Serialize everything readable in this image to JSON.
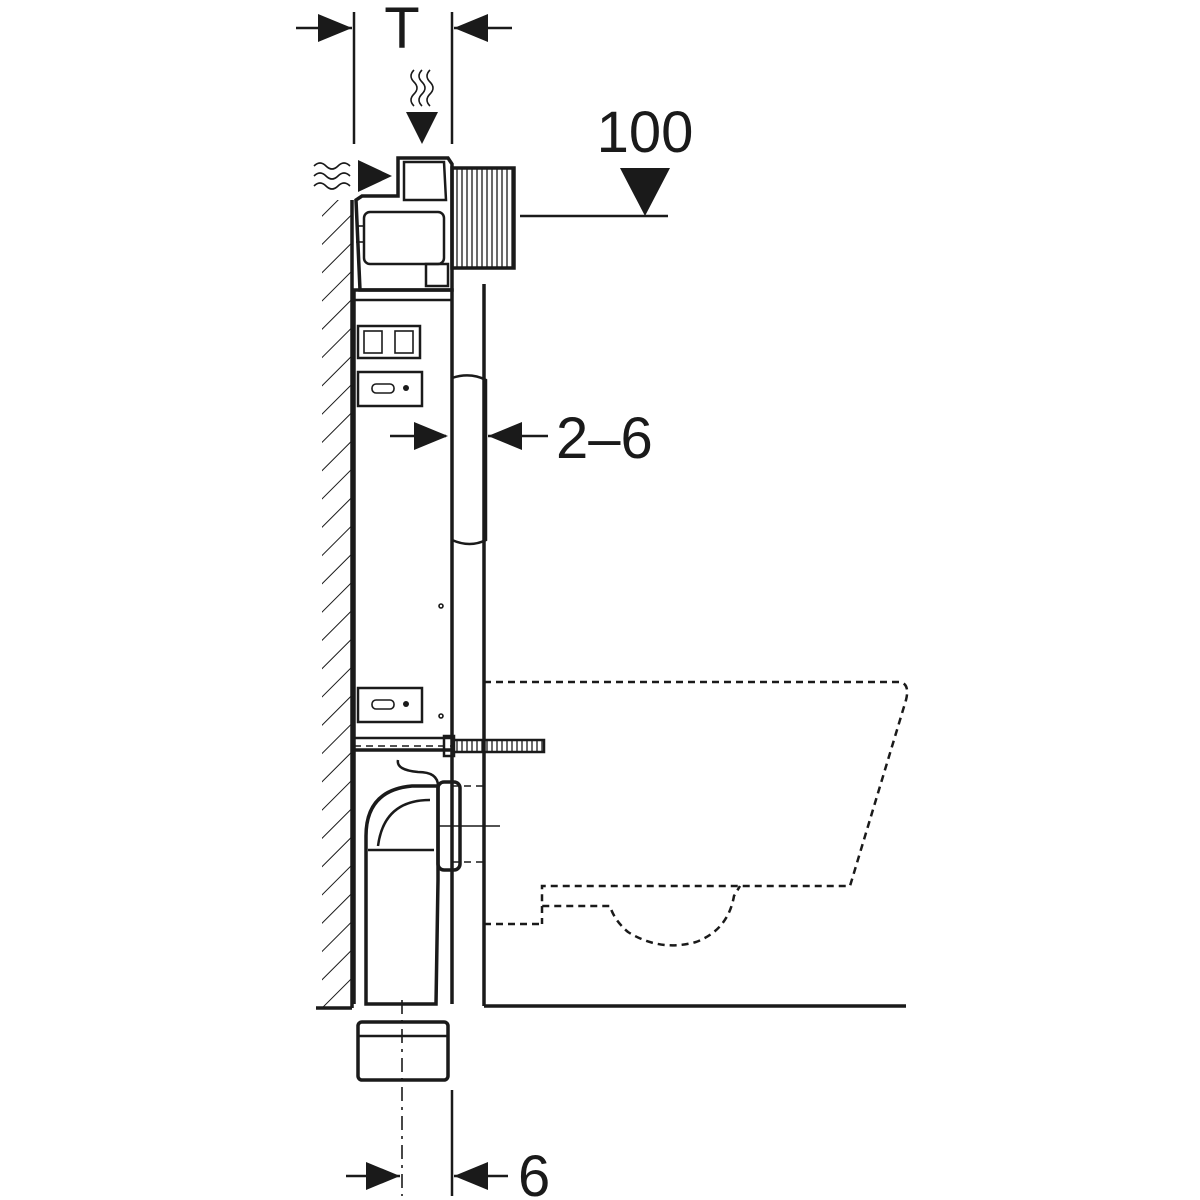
{
  "diagram": {
    "labels": {
      "thickness_T": "T",
      "height_100": "100",
      "gap_range": "2–6",
      "offset_6": "6"
    },
    "icons": [
      "heat-wave-icon",
      "down-arrow-icon",
      "right-arrow-icon",
      "left-arrow-icon",
      "down-triangle-icon"
    ],
    "colors": {
      "ink": "#1a1a1a",
      "background": "#ffffff"
    }
  }
}
